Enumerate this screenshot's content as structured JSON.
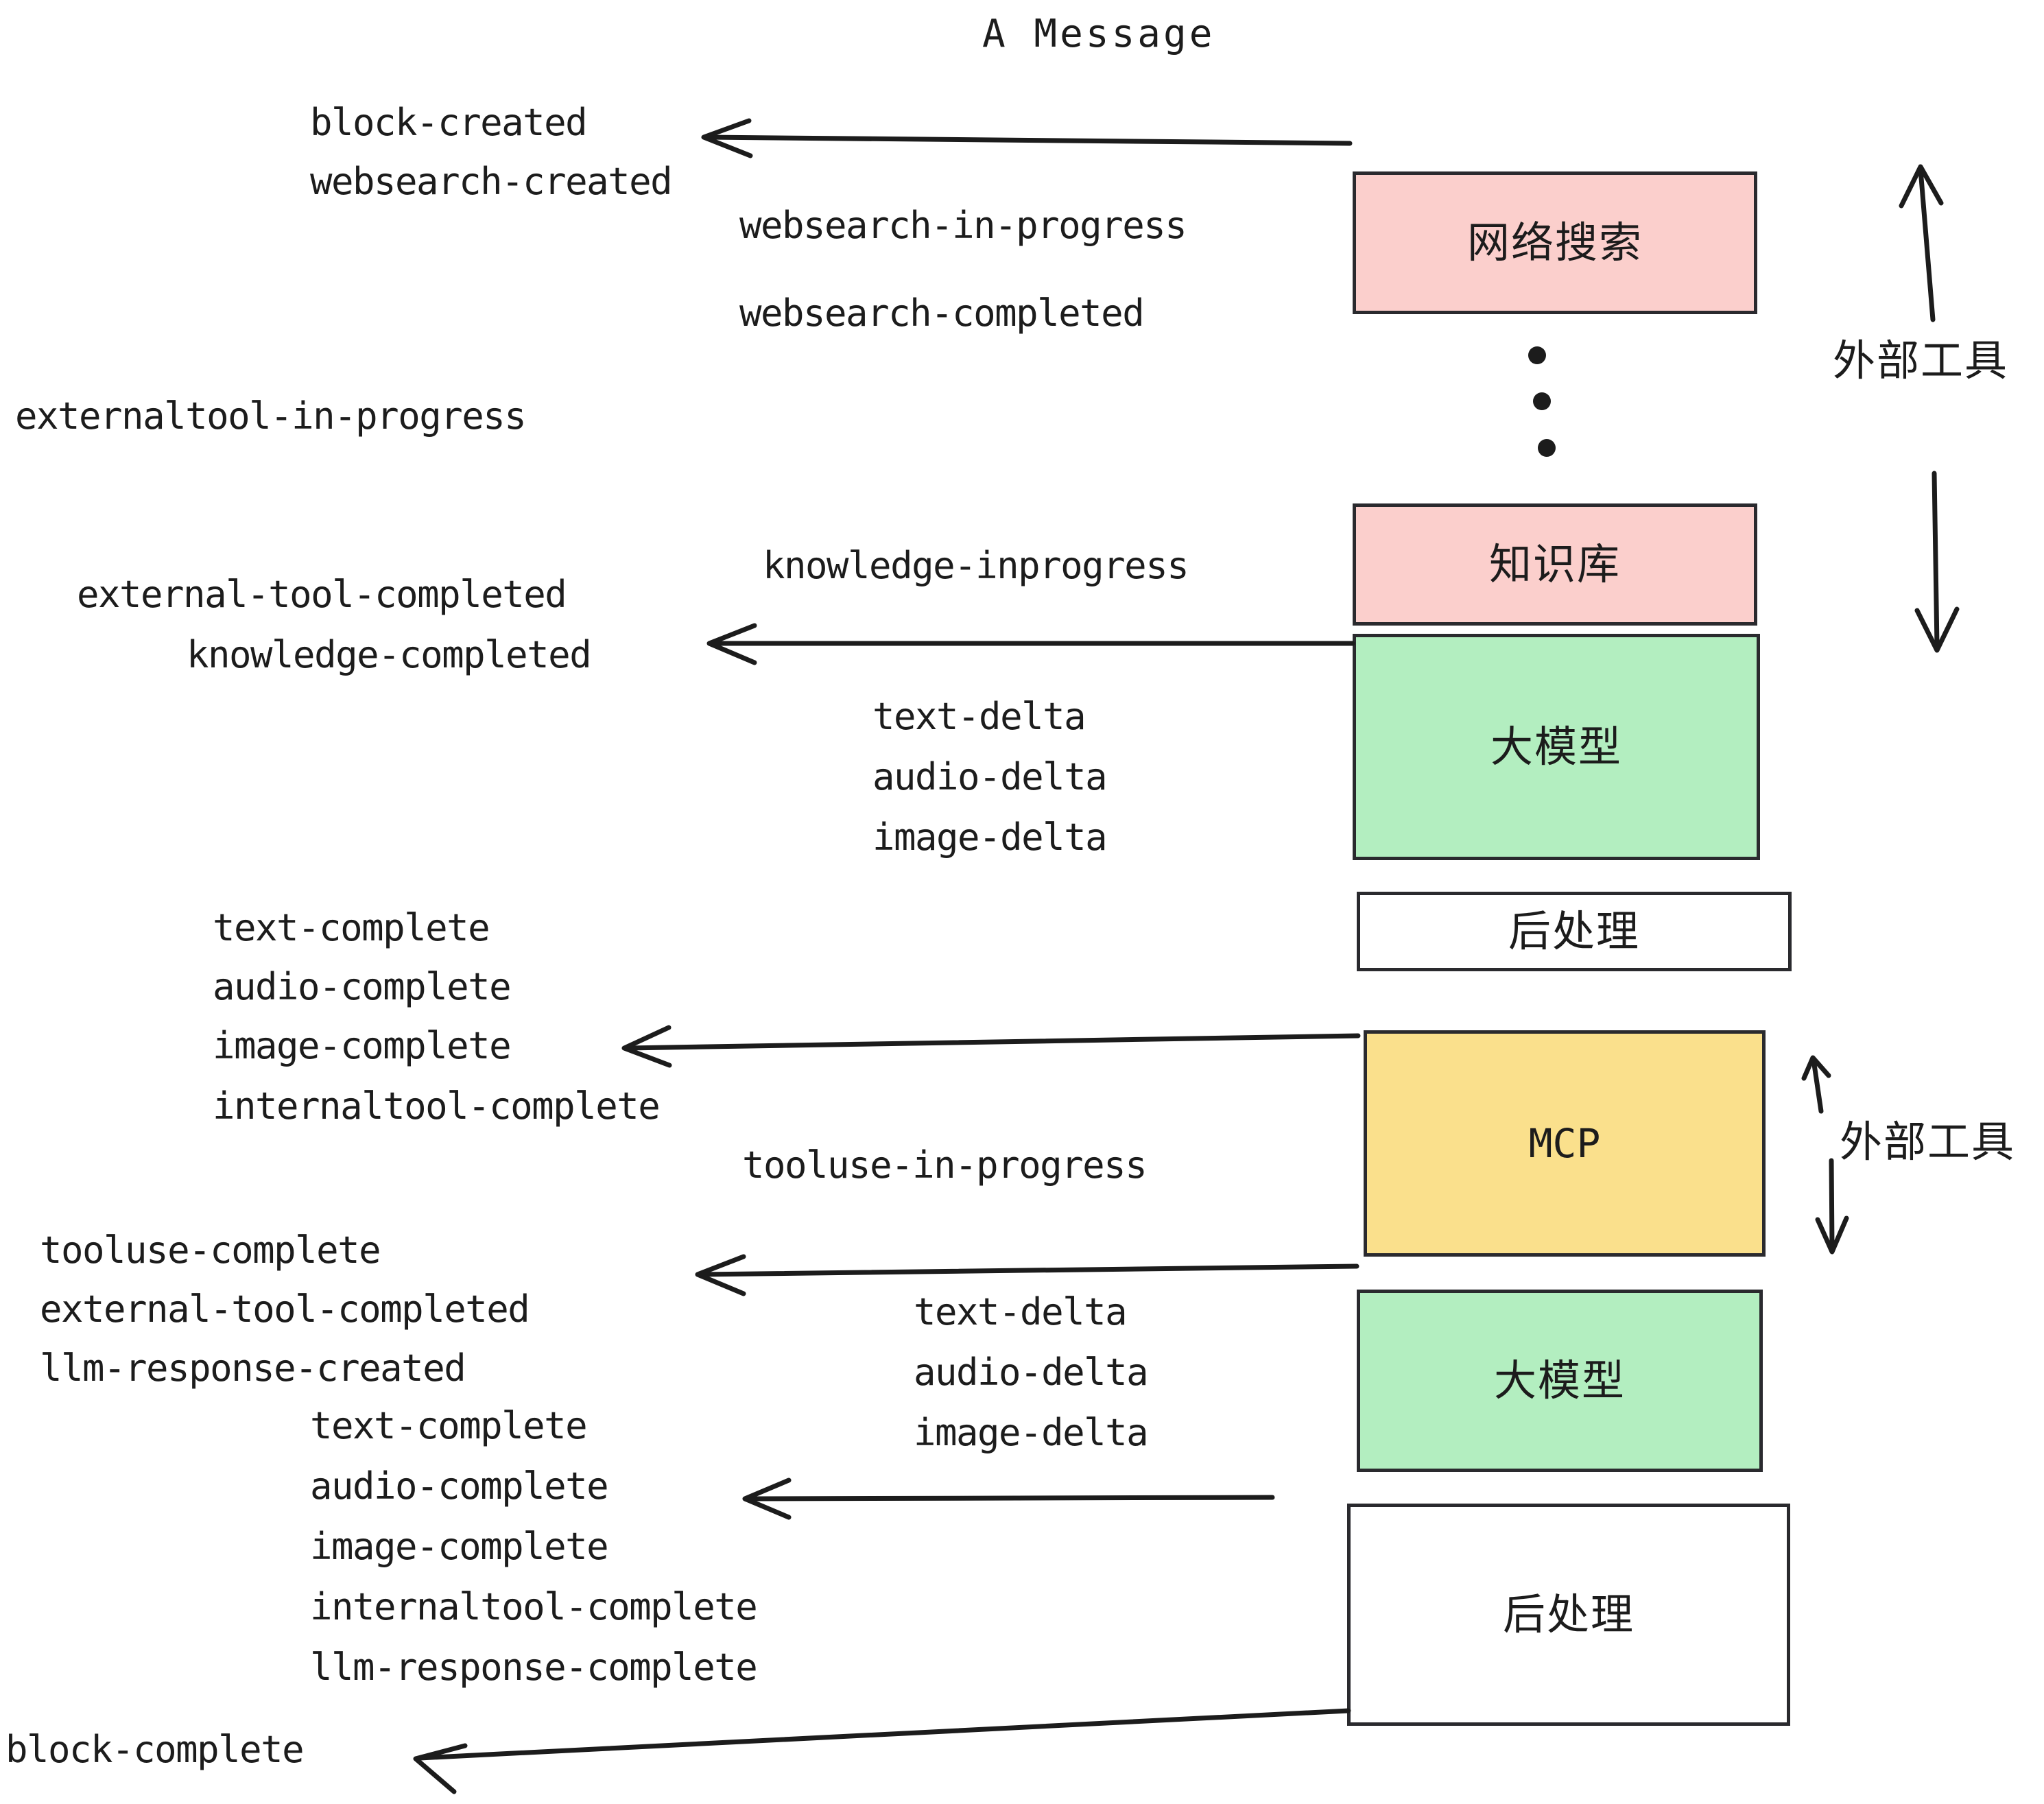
{
  "diagram": {
    "title": "A Message",
    "colors": {
      "external_tool_fill": "#fbcfcc",
      "llm_fill": "#b3eec0",
      "mcp_fill": "#fae08c",
      "postprocess_fill": "#ffffff",
      "stroke": "#2a2a2e",
      "text": "#1c1c1c",
      "background": "#ffffff"
    },
    "nodes": [
      {
        "id": "websearch",
        "label": "网络搜索",
        "type": "external-tool"
      },
      {
        "id": "knowledge",
        "label": "知识库",
        "type": "external-tool"
      },
      {
        "id": "llm_top",
        "label": "大模型",
        "type": "llm"
      },
      {
        "id": "post_top",
        "label": "后处理",
        "type": "postprocess"
      },
      {
        "id": "mcp",
        "label": "MCP",
        "type": "mcp"
      },
      {
        "id": "llm_bottom",
        "label": "大模型",
        "type": "llm"
      },
      {
        "id": "post_bottom",
        "label": "后处理",
        "type": "postprocess"
      }
    ],
    "group_labels": [
      {
        "id": "group-external-tool-top",
        "label": "外部工具"
      },
      {
        "id": "group-external-tool-bottom",
        "label": "外部工具"
      }
    ],
    "ellipsis_dots": 3,
    "events": [
      {
        "id": "ev-block-created",
        "text": "block-created"
      },
      {
        "id": "ev-websearch-created",
        "text": "websearch-created"
      },
      {
        "id": "ev-websearch-in-progress",
        "text": "websearch-in-progress"
      },
      {
        "id": "ev-websearch-completed",
        "text": "websearch-completed"
      },
      {
        "id": "ev-externaltool-in-progress",
        "text": "externaltool-in-progress"
      },
      {
        "id": "ev-knowledge-inprogress",
        "text": "knowledge-inprogress"
      },
      {
        "id": "ev-external-tool-completed-1",
        "text": "external-tool-completed"
      },
      {
        "id": "ev-knowledge-completed",
        "text": "knowledge-completed"
      },
      {
        "id": "ev-text-delta-1",
        "text": "text-delta"
      },
      {
        "id": "ev-audio-delta-1",
        "text": "audio-delta"
      },
      {
        "id": "ev-image-delta-1",
        "text": "image-delta"
      },
      {
        "id": "ev-text-complete-1",
        "text": "text-complete"
      },
      {
        "id": "ev-audio-complete-1",
        "text": "audio-complete"
      },
      {
        "id": "ev-image-complete-1",
        "text": "image-complete"
      },
      {
        "id": "ev-internaltool-complete-1",
        "text": "internaltool-complete"
      },
      {
        "id": "ev-tooluse-in-progress",
        "text": "tooluse-in-progress"
      },
      {
        "id": "ev-tooluse-complete",
        "text": "tooluse-complete"
      },
      {
        "id": "ev-external-tool-completed-2",
        "text": "external-tool-completed"
      },
      {
        "id": "ev-llm-response-created",
        "text": "llm-response-created"
      },
      {
        "id": "ev-text-delta-2",
        "text": "text-delta"
      },
      {
        "id": "ev-audio-delta-2",
        "text": "audio-delta"
      },
      {
        "id": "ev-image-delta-2",
        "text": "image-delta"
      },
      {
        "id": "ev-text-complete-2",
        "text": "text-complete"
      },
      {
        "id": "ev-audio-complete-2",
        "text": "audio-complete"
      },
      {
        "id": "ev-image-complete-2",
        "text": "image-complete"
      },
      {
        "id": "ev-internaltool-complete-2",
        "text": "internaltool-complete"
      },
      {
        "id": "ev-llm-response-complete",
        "text": "llm-response-complete"
      },
      {
        "id": "ev-block-complete",
        "text": "block-complete"
      }
    ]
  }
}
